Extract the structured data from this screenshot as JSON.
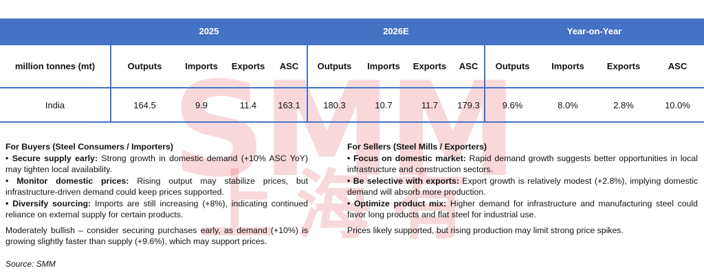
{
  "watermark": {
    "line1": "SMM",
    "line2": "上海有色"
  },
  "table": {
    "groups": [
      "2025",
      "2026E",
      "Year-on-Year"
    ],
    "unit_label": "million tonnes (mt)",
    "columns": [
      "Outputs",
      "Imports",
      "Exports",
      "ASC"
    ],
    "rows": [
      {
        "country": "India",
        "y2025": [
          "164.5",
          "9.9",
          "11.4",
          "163.1"
        ],
        "y2026": [
          "180.3",
          "10.7",
          "11.7",
          "179.3"
        ],
        "yoy": [
          "9.6%",
          "8.0%",
          "2.8%",
          "10.0%"
        ]
      }
    ]
  },
  "buyers": {
    "title": "For Buyers (Steel Consumers / Importers)",
    "items": [
      {
        "bold": "• Secure supply early:",
        "text": " Strong growth in domestic demand (+10% ASC YoY) may tighten local availability."
      },
      {
        "bold": "• Monitor domestic prices:",
        "text": " Rising output may stabilize prices, but infrastructure-driven demand could keep prices supported."
      },
      {
        "bold": "• Diversify sourcing:",
        "text": " Imports are still increasing (+8%), indicating continued reliance on external supply for certain products."
      }
    ],
    "summary": "Moderately bullish – consider securing purchases early, as demand (+10%) is growing slightly faster than supply (+9.6%), which may support prices."
  },
  "sellers": {
    "title": "For Sellers (Steel Mills / Exporters)",
    "items": [
      {
        "bold": "• Focus on domestic market:",
        "text": " Rapid demand growth suggests better opportunities in local infrastructure and construction sectors."
      },
      {
        "bold": "• Be selective with exports:",
        "text": " Export growth is relatively modest (+2.8%), implying domestic demand will absorb more production."
      },
      {
        "bold": "• Optimize product mix:",
        "text": " Higher demand for infrastructure and manufacturing steel could favor long products and flat steel for industrial use."
      }
    ],
    "summary": "Prices likely supported, but rising production may limit strong price spikes."
  },
  "source": "Source: SMM"
}
